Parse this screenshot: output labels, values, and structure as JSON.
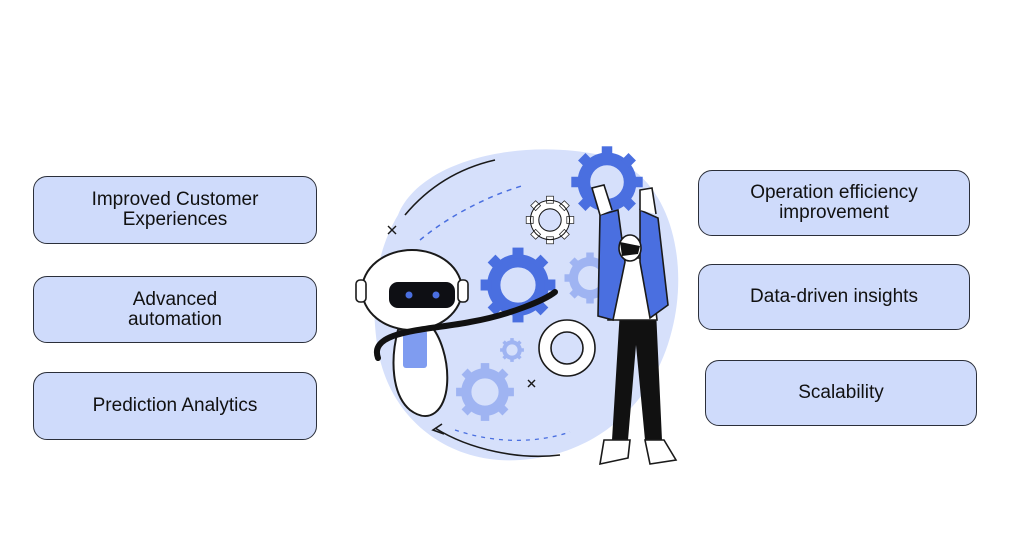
{
  "benefits": {
    "left": [
      {
        "label": "Improved Customer\nExperiences"
      },
      {
        "label": "Advanced\nautomation"
      },
      {
        "label": "Prediction Analytics"
      }
    ],
    "right": [
      {
        "label": "Operation efficiency\nimprovement"
      },
      {
        "label": "Data-driven insights"
      },
      {
        "label": "Scalability"
      }
    ]
  },
  "colors": {
    "pill_fill": "#cfdbfb",
    "accent_blue": "#4a6fe0",
    "blob": "#d6e0fb",
    "outline": "#1a1a1a"
  },
  "illustration": {
    "icons": [
      "robot-icon",
      "gear-icon",
      "person-icon"
    ]
  }
}
